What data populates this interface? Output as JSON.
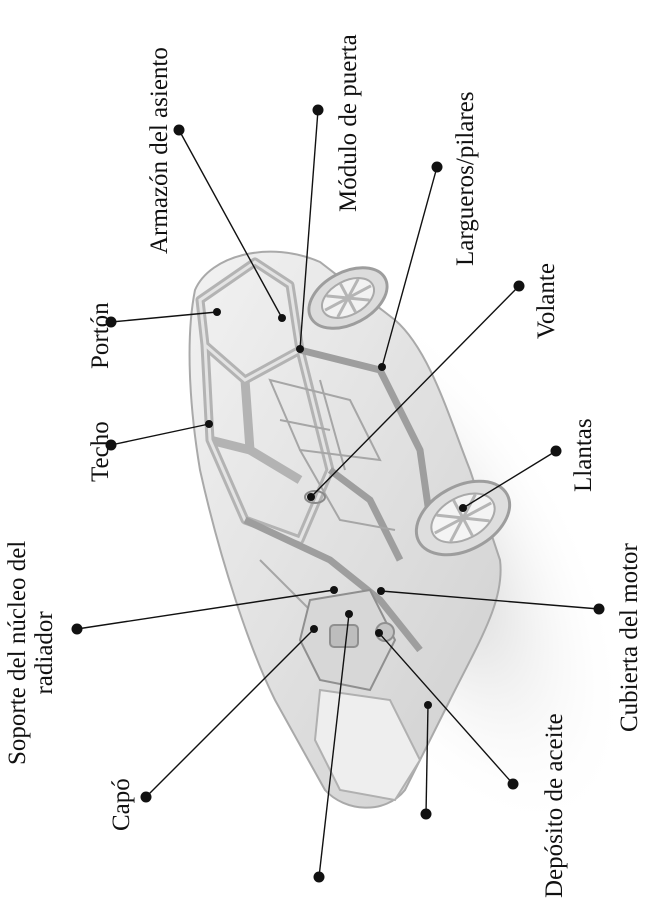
{
  "diagram": {
    "labels": {
      "armazon": "Armazón del asiento",
      "modulo": "Módulo de puerta",
      "largueros": "Largueros/pilares",
      "volante": "Volante",
      "porton": "Portón",
      "techo": "Techo",
      "llantas": "Llantas",
      "soporte_1": "Soporte del núcleo del",
      "soporte_2": "radiador",
      "cubierta": "Cubierta del motor",
      "capo": "Capó",
      "deposito": "Depósito de aceite"
    },
    "colors": {
      "line": "#111111",
      "dot": "#111111",
      "car_body": "#e9e9e9",
      "car_frame": "#bdbdbd"
    }
  }
}
